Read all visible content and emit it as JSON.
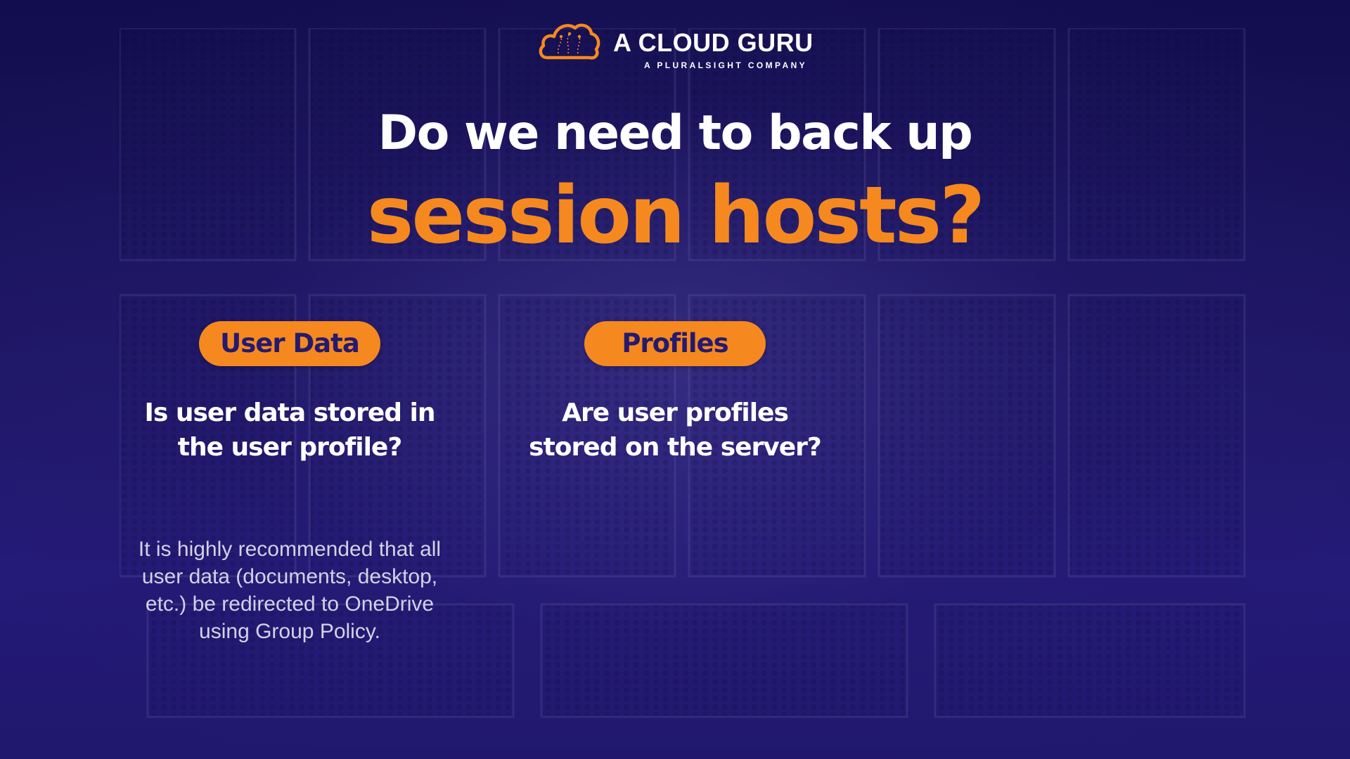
{
  "brand": {
    "name": "A CLOUD GURU",
    "tagline": "A PLURALSIGHT COMPANY",
    "logo_icon": "cloud-icon",
    "accent_color": "#f5891f"
  },
  "headline": {
    "line1": "Do we need to back up",
    "line2": "session hosts?"
  },
  "columns": [
    {
      "badge": "User Data",
      "question_line1": "Is user data stored in",
      "question_line2": "the user profile?",
      "note_lines": [
        "It is highly recommended that all",
        "user data (documents, desktop,",
        "etc.) be redirected to OneDrive",
        "using Group Policy."
      ]
    },
    {
      "badge": "Profiles",
      "question_line1": "Are user profiles",
      "question_line2": "stored on the server?"
    }
  ],
  "colors": {
    "background": "#1f1766",
    "badge_text": "#241a70",
    "headline_accent": "#f5891f"
  }
}
